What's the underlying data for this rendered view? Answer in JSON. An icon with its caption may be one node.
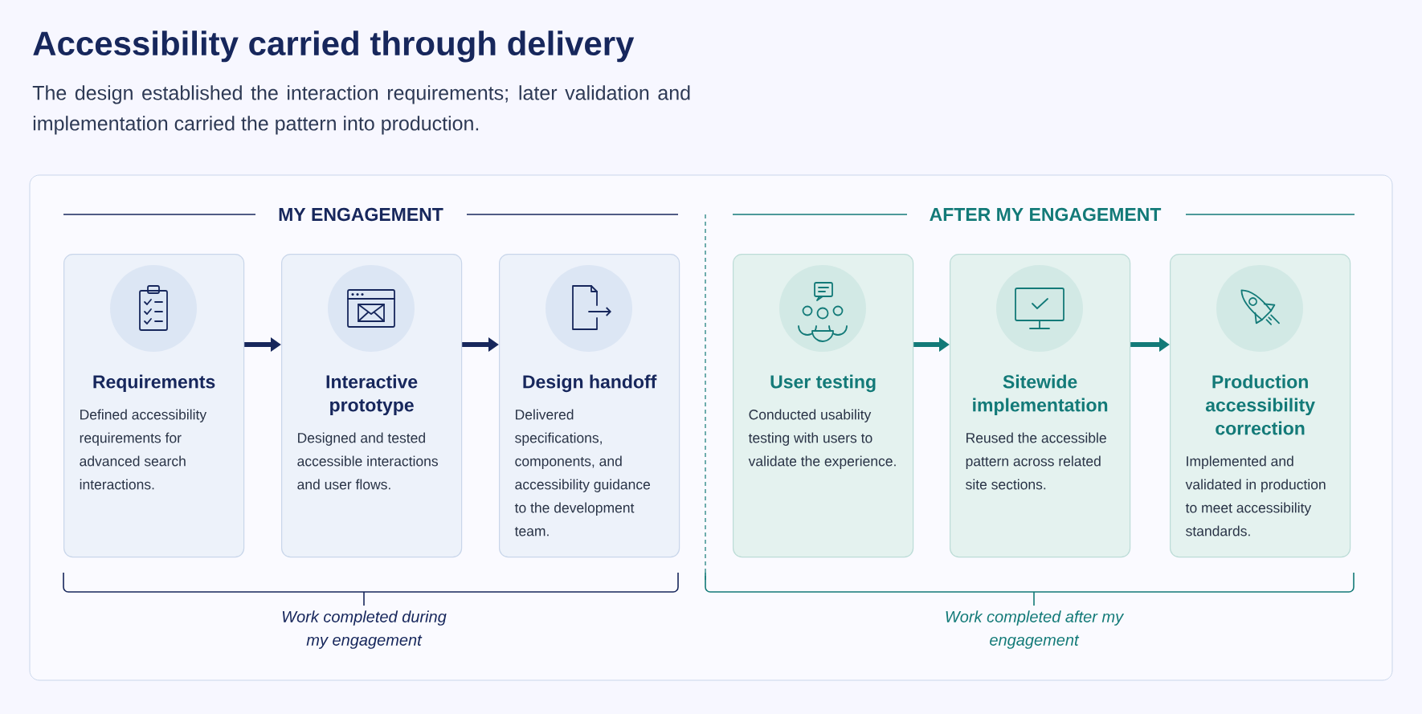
{
  "diagram": {
    "title": "Accessibility carried through delivery",
    "caption": "The design established the interaction requirements; later validation and implementation carried the pattern into production.",
    "nodes": [
      {
        "text": [
          "Requirements",
          "Defined accessibility requirements for advanced search interactions."
        ]
      },
      {
        "text": [
          "Interactive prototype",
          "Designed and tested accessible interactions and user flows."
        ]
      },
      {
        "text": [
          "Design handoff",
          "Delivered specifications, components, and accessibility guidance to the development team."
        ]
      },
      {
        "text": [
          "User testing",
          "Conducted usability testing with users to validate the experience."
        ]
      },
      {
        "text": [
          "Sitewide implementation",
          "Reused the accessible pattern across related site sections."
        ]
      },
      {
        "text": [
          "Production accessibility correction",
          "Implemented and validated in production to meet accessibility standards."
        ]
      }
    ],
    "edges": [
      {
        "from": 0,
        "to": 1,
        "arrow": "to",
        "color": "#17275c"
      },
      {
        "from": 1,
        "to": 2,
        "arrow": "to",
        "color": "#17275c"
      },
      {
        "from": 3,
        "to": 4,
        "arrow": "to",
        "color": "#137a78"
      },
      {
        "from": 4,
        "to": 5,
        "arrow": "to",
        "color": "#137a78"
      }
    ],
    "labels": [
      "MY ENGAGEMENT",
      "AFTER MY ENGAGEMENT",
      "Work completed during my engagement",
      "Work completed after my engagement"
    ]
  }
}
